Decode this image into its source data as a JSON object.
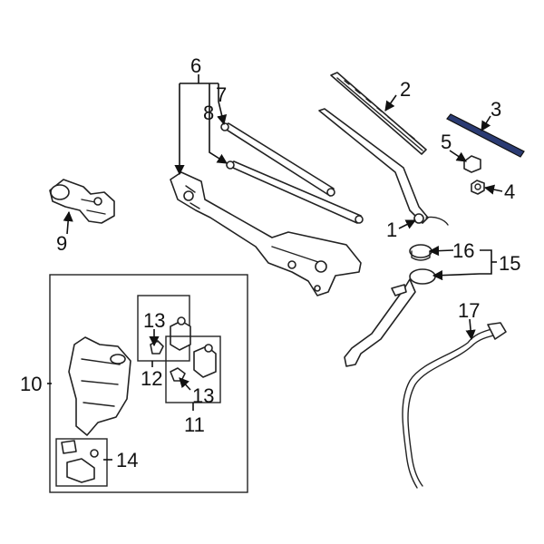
{
  "accent_color": "#2b3b73",
  "callouts": {
    "c1": "1",
    "c2": "2",
    "c3": "3",
    "c4": "4",
    "c5": "5",
    "c6": "6",
    "c7": "7",
    "c8": "8",
    "c9": "9",
    "c10": "10",
    "c11": "11",
    "c12": "12",
    "c13a": "13",
    "c13b": "13",
    "c14": "14",
    "c15": "15",
    "c16": "16",
    "c17": "17"
  }
}
